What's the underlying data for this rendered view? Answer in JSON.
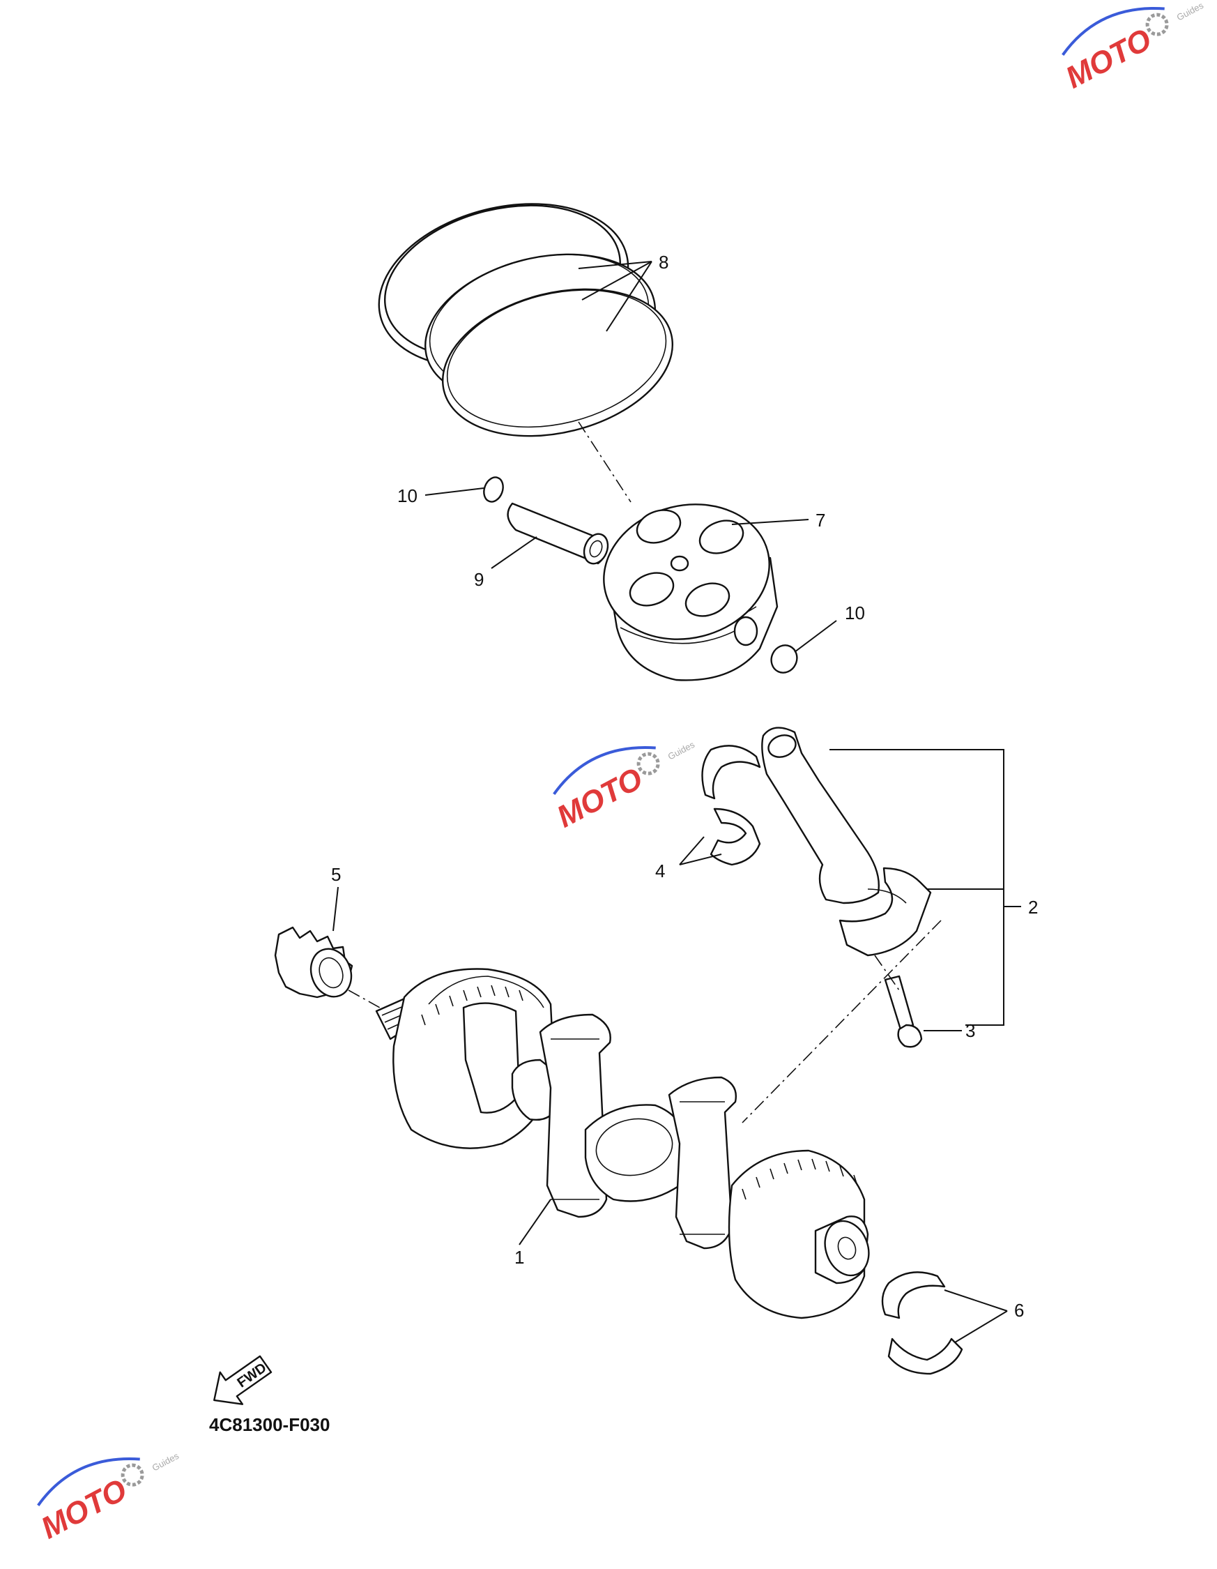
{
  "diagram": {
    "code": "4C81300-F030",
    "fwd_label": "FWD",
    "callouts": {
      "c1": "1",
      "c2": "2",
      "c3": "3",
      "c4": "4",
      "c5": "5",
      "c6": "6",
      "c7": "7",
      "c8": "8",
      "c9": "9",
      "c10a": "10",
      "c10b": "10"
    }
  },
  "watermark": {
    "brand": "MOTO",
    "sub": "Guides",
    "colors": {
      "primary": "#e03a3a",
      "secondary": "#3a5bd9",
      "gear": "#9a9a9a"
    }
  }
}
